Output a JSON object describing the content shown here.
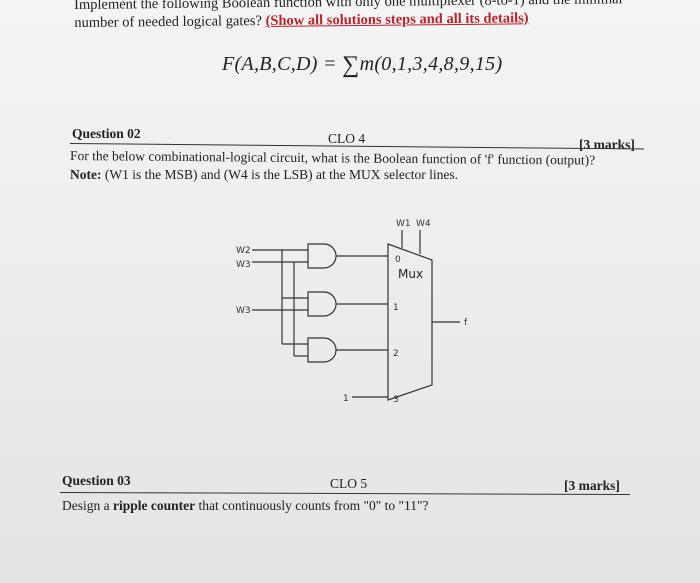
{
  "q01": {
    "line1": "Implement the following Boolean function with only one multiplexer (8-to-1) and the minimal",
    "line2_pre": "number of needed logical gates? ",
    "line2_emph": "(Show all solutions steps and all its details)",
    "formula_lhs": "F(A,B,C,D) = ",
    "sigma": "∑",
    "formula_rhs": "m(0,1,3,4,8,9,15)"
  },
  "q02": {
    "title": "Question 02",
    "clo": "CLO 4",
    "marks": "[3 marks]",
    "prompt": "For the below combinational-logical circuit, what is the Boolean function of 'f' function (output)?",
    "note_label": "Note:",
    "note_text": " (W1 is the MSB) and (W4 is the LSB) at the MUX selector lines.",
    "circuit": {
      "mux_label": "Mux",
      "input_labels": [
        "0",
        "1",
        "2",
        "3"
      ],
      "selector_labels": [
        "W1",
        "W4"
      ],
      "gate_input_labels": [
        "W2",
        "W3",
        "W3"
      ],
      "const_input": "1",
      "output_label": "f"
    }
  },
  "q03": {
    "title": "Question 03",
    "clo": "CLO 5",
    "marks": "[3 marks]",
    "prompt_pre": "Design a ",
    "prompt_bold": "ripple counter",
    "prompt_post": " that continuously counts from \"0\" to \"11\"?"
  }
}
